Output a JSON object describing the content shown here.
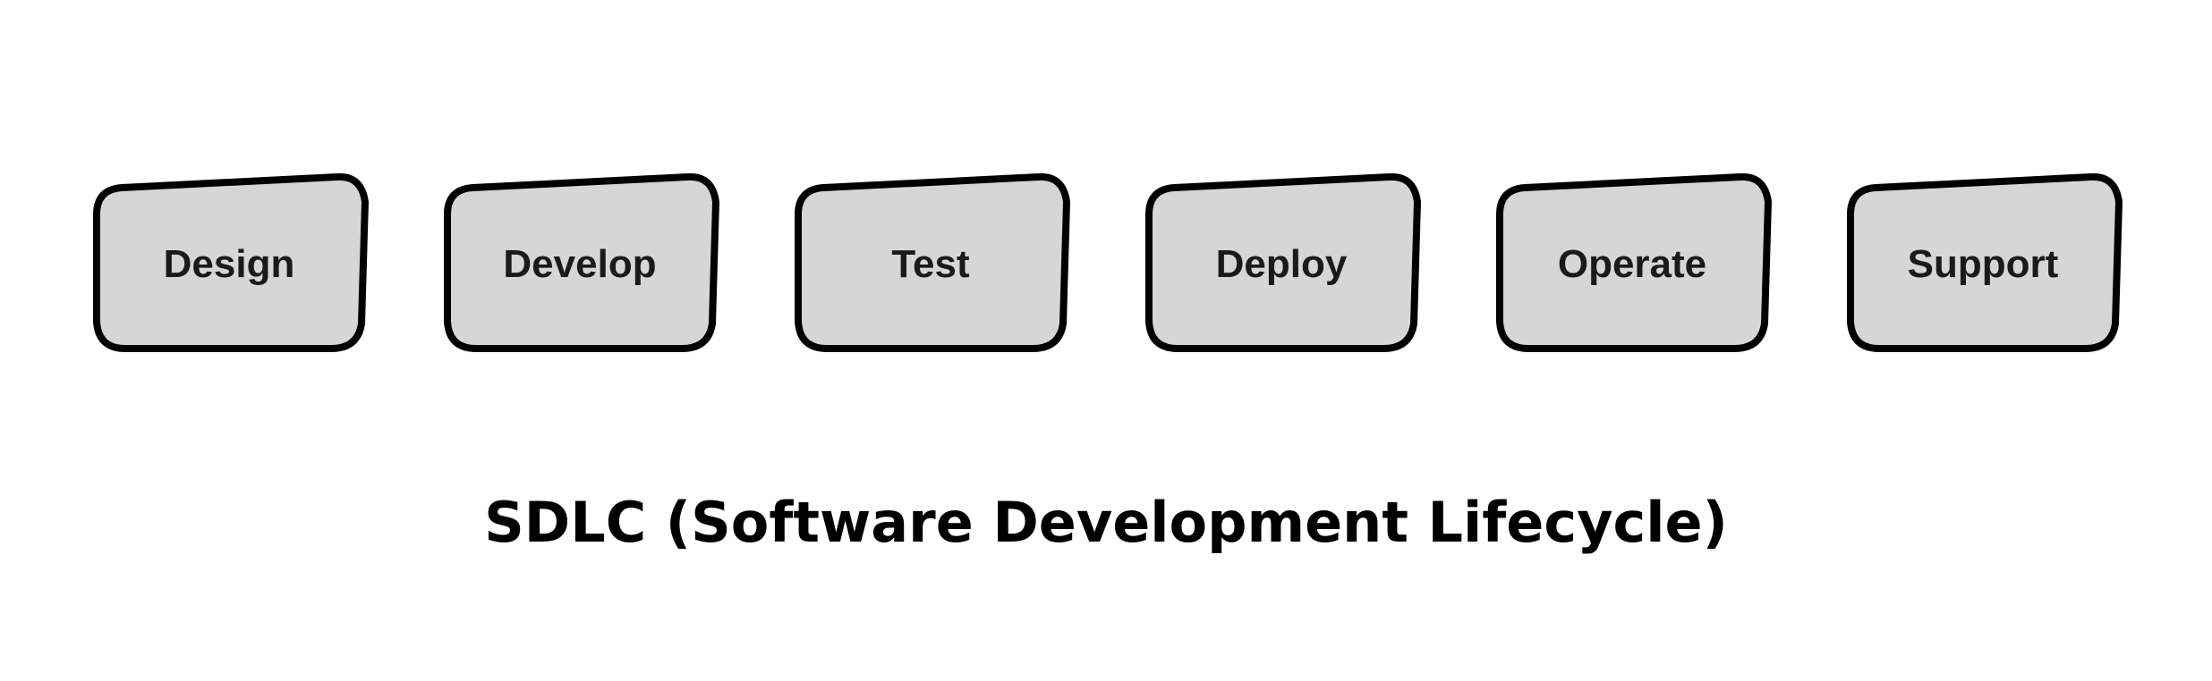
{
  "diagram": {
    "title": "SDLC (Software Development Lifecycle)",
    "stages": [
      {
        "label": "Design"
      },
      {
        "label": "Develop"
      },
      {
        "label": "Test"
      },
      {
        "label": "Deploy"
      },
      {
        "label": "Operate"
      },
      {
        "label": "Support"
      }
    ],
    "colors": {
      "box_fill": "#d6d6d6",
      "box_stroke": "#000000",
      "text": "#1a1a1a"
    }
  }
}
